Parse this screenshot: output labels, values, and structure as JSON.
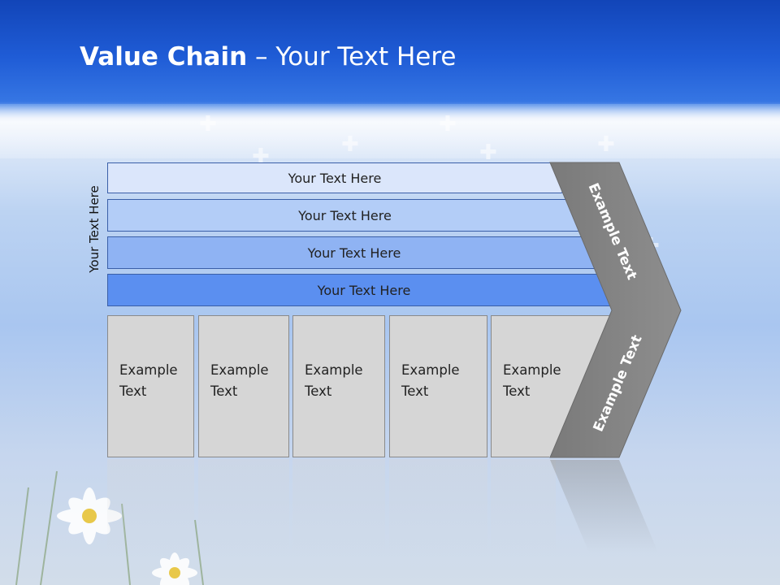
{
  "slide": {
    "title_bold": "Value Chain",
    "title_rest": " – Your Text Here"
  },
  "side_label": "Your Text Here",
  "bars": [
    {
      "label": "Your Text Here",
      "color": "#dbe6fb"
    },
    {
      "label": "Your Text Here",
      "color": "#b3cdf7"
    },
    {
      "label": "Your Text Here",
      "color": "#8fb3f3"
    },
    {
      "label": "Your Text Here",
      "color": "#5b8ff0"
    }
  ],
  "boxes": [
    {
      "line1": "Example",
      "line2": "Text"
    },
    {
      "line1": "Example",
      "line2": "Text"
    },
    {
      "line1": "Example",
      "line2": "Text"
    },
    {
      "line1": "Example",
      "line2": "Text"
    },
    {
      "line1": "Example",
      "line2": "Text"
    }
  ],
  "chevron": {
    "upper_label": "Example Text",
    "lower_label": "Example Text",
    "color": "#8a8a8a"
  },
  "decor": {
    "puzzle_icon": "puzzle-piece-icon",
    "flower_icon": "daisy-flower-icon"
  }
}
